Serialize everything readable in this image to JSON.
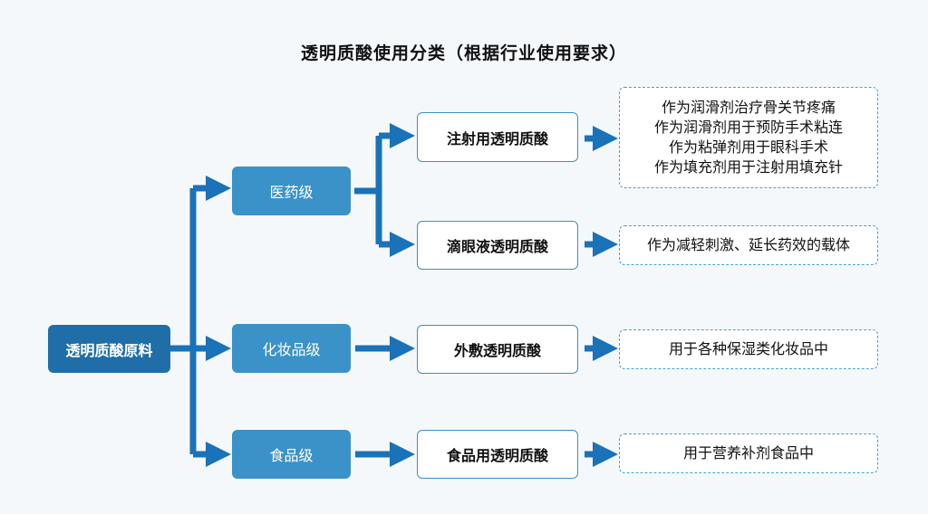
{
  "title": "透明质酸使用分类（根据行业使用要求）",
  "root": "透明质酸原料",
  "grades": [
    "医药级",
    "化妆品级",
    "食品级"
  ],
  "products": [
    "注射用透明质酸",
    "滴眼液透明质酸",
    "外敷透明质酸",
    "食品用透明质酸"
  ],
  "usages": [
    [
      "作为润滑剂治疗骨关节疼痛",
      "作为润滑剂用于预防手术粘连",
      "作为粘弹剂用于眼科手术",
      "作为填充剂用于注射用填充针"
    ],
    [
      "作为减轻刺激、延长药效的载体"
    ],
    [
      "用于各种保湿类化妆品中"
    ],
    [
      "用于营养补剂食品中"
    ]
  ],
  "colors": {
    "root": "#1f6ea8",
    "grade": "#3b92c8",
    "connector": "#1a72b8",
    "border": "#3b8fc4"
  }
}
